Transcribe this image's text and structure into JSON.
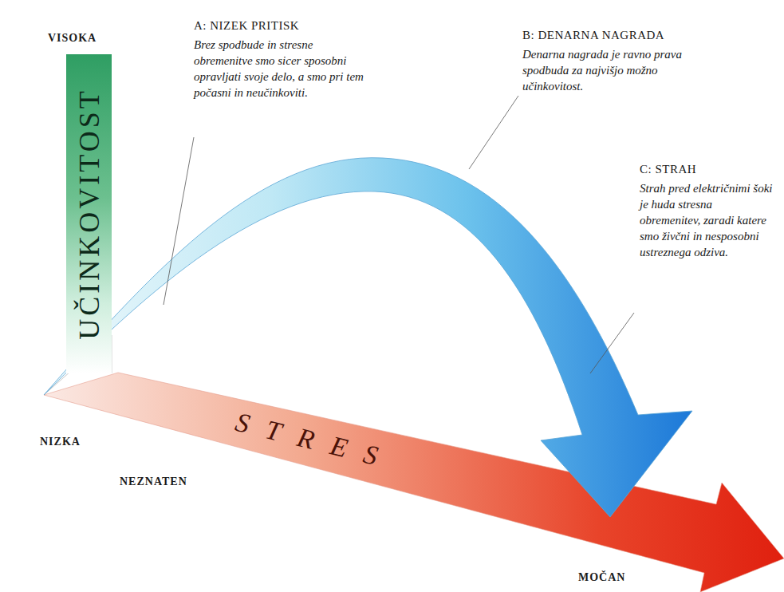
{
  "diagram": {
    "nodes": [
      {
        "text": [
          "UČINKOVITOST"
        ]
      },
      {
        "text": [
          "STRES"
        ]
      }
    ],
    "labels": [
      "VISOKA",
      "A: NIZEK PRITISK",
      "Brez spodbude in stresne obremenitve smo sicer sposobni opravljati svoje delo, a smo pri tem počasni in neučinkoviti.",
      "B: DENARNA NAGRADA",
      "Denarna nagrada je ravno prava spodbuda za najvišjo možno učinkovitost.",
      "C: STRAH",
      "Strah pred električnimi šoki je huda stresna obremenitev, zaradi katere smo živčni in nesposobni ustreznega odziva.",
      "NIZKA",
      "NEZNATEN",
      "MOČAN"
    ]
  }
}
